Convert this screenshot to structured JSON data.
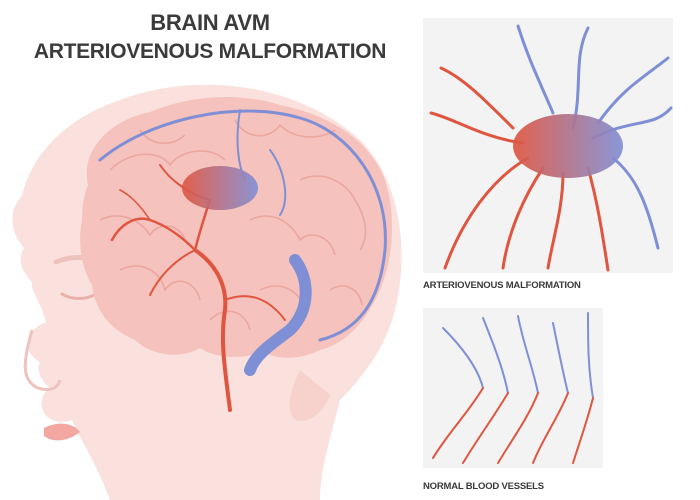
{
  "title_line1": "BRAIN AVM",
  "title_line2": "ARTERIOVENOUS MALFORMATION",
  "panel_avm_label": "ARTERIOVENOUS MALFORMATION",
  "panel_normal_label": "NORMAL BLOOD VESSELS",
  "colors": {
    "artery": "#e0553f",
    "vein": "#7f8fd6",
    "skin": "#fbe1de",
    "brain": "#f6c2bd",
    "panel_bg": "#f3f3f3"
  }
}
